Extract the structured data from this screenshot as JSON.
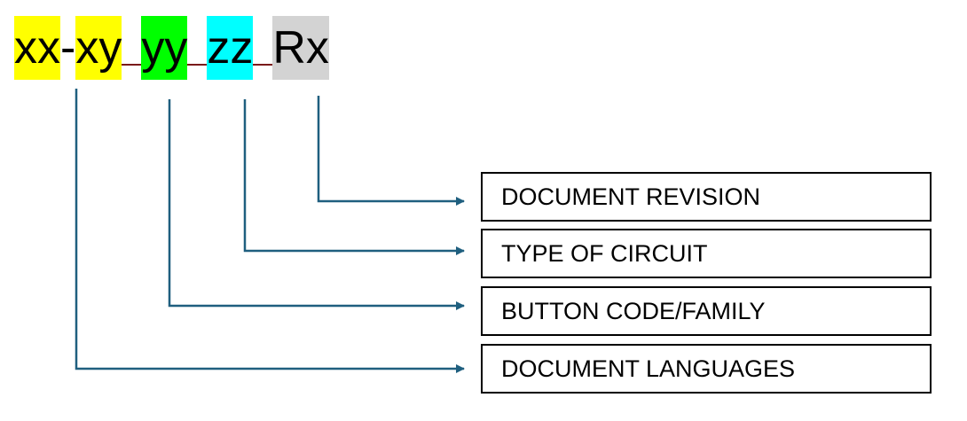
{
  "code": {
    "parts": [
      {
        "id": "lang1",
        "text": "xx",
        "color": "#ffff00"
      },
      {
        "id": "sep1",
        "text": "-"
      },
      {
        "id": "lang2",
        "text": "xy",
        "color": "#ffff00"
      },
      {
        "id": "sep2",
        "text": "_"
      },
      {
        "id": "family",
        "text": "yy",
        "color": "#00ff00"
      },
      {
        "id": "sep3",
        "text": "_"
      },
      {
        "id": "circuit",
        "text": "zz",
        "color": "#00ffff"
      },
      {
        "id": "sep4",
        "text": "_"
      },
      {
        "id": "revision",
        "text": "Rx",
        "color": "#d3d3d3"
      }
    ]
  },
  "labels": {
    "revision": "DOCUMENT REVISION",
    "circuit": "TYPE OF CIRCUIT",
    "family": "BUTTON CODE/FAMILY",
    "languages": "DOCUMENT LANGUAGES"
  },
  "colors": {
    "connector": "#1f5f7f",
    "box_border": "#000000"
  }
}
